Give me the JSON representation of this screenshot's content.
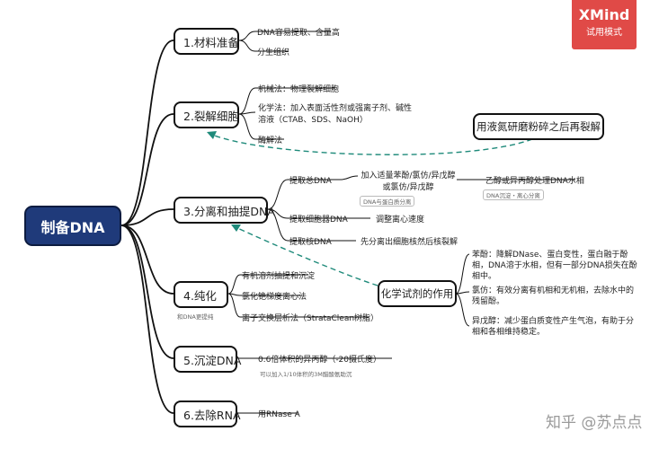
{
  "root": "制备DNA",
  "branches": {
    "b1": {
      "label": "1.材料准备",
      "leaves": [
        "DNA容易提取、含量高",
        "分生组织"
      ]
    },
    "b2": {
      "label": "2.裂解细胞",
      "leaves": [
        "机械法：物理裂解细胞",
        "化学法：加入表面活性剂或强离子剂、碱性溶液（CTAB、SDS、NaOH）",
        "酶解法"
      ]
    },
    "b3": {
      "label": "3.分离和抽提DNA",
      "l1": "提取总DNA",
      "l1a": "加入适量苯酚/氯仿/异戊醇或氯仿/异戊醇",
      "l1b": "乙醇或异丙醇处理DNA水相",
      "n1": "DNA与蛋白质分离",
      "n2": "DNA沉淀・离心分离",
      "l2": "提取细胞器DNA",
      "l2a": "调整离心速度",
      "l3": "提取核DNA",
      "l3a": "先分离出细胞核然后核裂解"
    },
    "b4": {
      "label": "4.纯化",
      "note": "和DNA更提纯",
      "leaves": [
        "有机溶剂抽提和沉淀",
        "氯化铯梯度离心法",
        "离子交换层析法（StrataClean树脂）"
      ]
    },
    "b5": {
      "label": "5.沉淀DNA",
      "leaf": "0.6倍体积的异丙醇（-20摄氏度）",
      "note": "可以加入1/10体积的3M醋酸氨助沉"
    },
    "b6": {
      "label": "6.去除RNA",
      "leaf": "用RNase A"
    }
  },
  "floats": {
    "liquid_n": "用液氮研磨粉碎之后再裂解",
    "chem": "化学试剂的作用",
    "chem_items": [
      "苯酚：降解DNase、蛋白变性，蛋白融于酚相，DNA溶于水相，但有一部分DNA损失在酚相中。",
      "氯仿：有效分离有机相和无机相，去除水中的残留酚。",
      "异戊醇：减少蛋白质变性产生气泡，有助于分相和各相维持稳定。"
    ]
  },
  "badge": {
    "title": "XMind",
    "subtitle": "试用模式"
  },
  "watermark": "知乎 @苏点点",
  "colors": {
    "root_fill": "#1f3a7a",
    "dashed_arrow": "#1e8a7a",
    "badge": "#e04a47"
  }
}
